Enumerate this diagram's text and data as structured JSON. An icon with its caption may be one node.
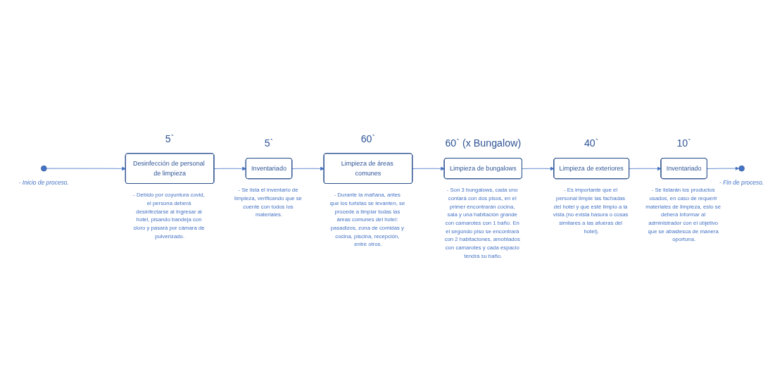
{
  "diagram": {
    "nodes": [
      {
        "text": [],
        "shape": "circle",
        "beside": [
          "- Inicio de proceso."
        ]
      },
      {
        "text": [
          "Desinfección de personal de limpieza"
        ],
        "beside": [
          "5`",
          "- Debido por coyuntura covid, el persona deberá desinfectarse al Ingresar al hotel, pisando bandeja con cloro y pasará por cámara de pulverizado."
        ]
      },
      {
        "text": [
          "Inventariado"
        ],
        "beside": [
          "5`",
          "- Se lista el inventario de limpieza, verificando que se cuente con todos los materiales."
        ]
      },
      {
        "text": [
          "Limpieza de áreas comunes"
        ],
        "beside": [
          "60`",
          "- Durante la mañana, antes que los turistas se levanten, se procede a limpiar todas las áreas comunes del hotel: pasadizos, zona de comidas y cocina, piscina, recepción, entre otros."
        ]
      },
      {
        "text": [
          "Limpieza de bungalows"
        ],
        "beside": [
          "60` (x Bungalow)",
          "- Son 3 bungalows, cada uno contará con dos pisos, en el primer encontrarán cocina, sala y una habitación grande con camarotes con 1 baño. En el segúndo piso se encontrará con 2 habitaciones, amoblados con camarotes y cada espacio tendrá su baño."
        ]
      },
      {
        "text": [
          "Limpieza de exteriores"
        ],
        "beside": [
          "40`",
          "- Es importante que el personal limpie las fachadas del hotel y que esté limpio a la vista (no exista basura o cosas similares a las afueras del hotel)."
        ]
      },
      {
        "text": [
          "Inventariado"
        ],
        "beside": [
          "10`",
          "- Se listarán los productos usados, en caso de requerir materiales de limpieza, esto se deberá informar al administrador con el objetivo que se abastesca de manera oportuna."
        ]
      },
      {
        "text": [],
        "shape": "circle",
        "beside": [
          "- Fin de proceso."
        ]
      }
    ],
    "edges": [
      {
        "from": 0,
        "to": 1,
        "arrow": "to"
      },
      {
        "from": 1,
        "to": 2,
        "arrow": "to"
      },
      {
        "from": 2,
        "to": 3,
        "arrow": "to"
      },
      {
        "from": 3,
        "to": 4,
        "arrow": "to"
      },
      {
        "from": 4,
        "to": 5,
        "arrow": "to"
      },
      {
        "from": 5,
        "to": 6,
        "arrow": "to"
      },
      {
        "from": 6,
        "to": 7,
        "arrow": "to"
      }
    ]
  }
}
